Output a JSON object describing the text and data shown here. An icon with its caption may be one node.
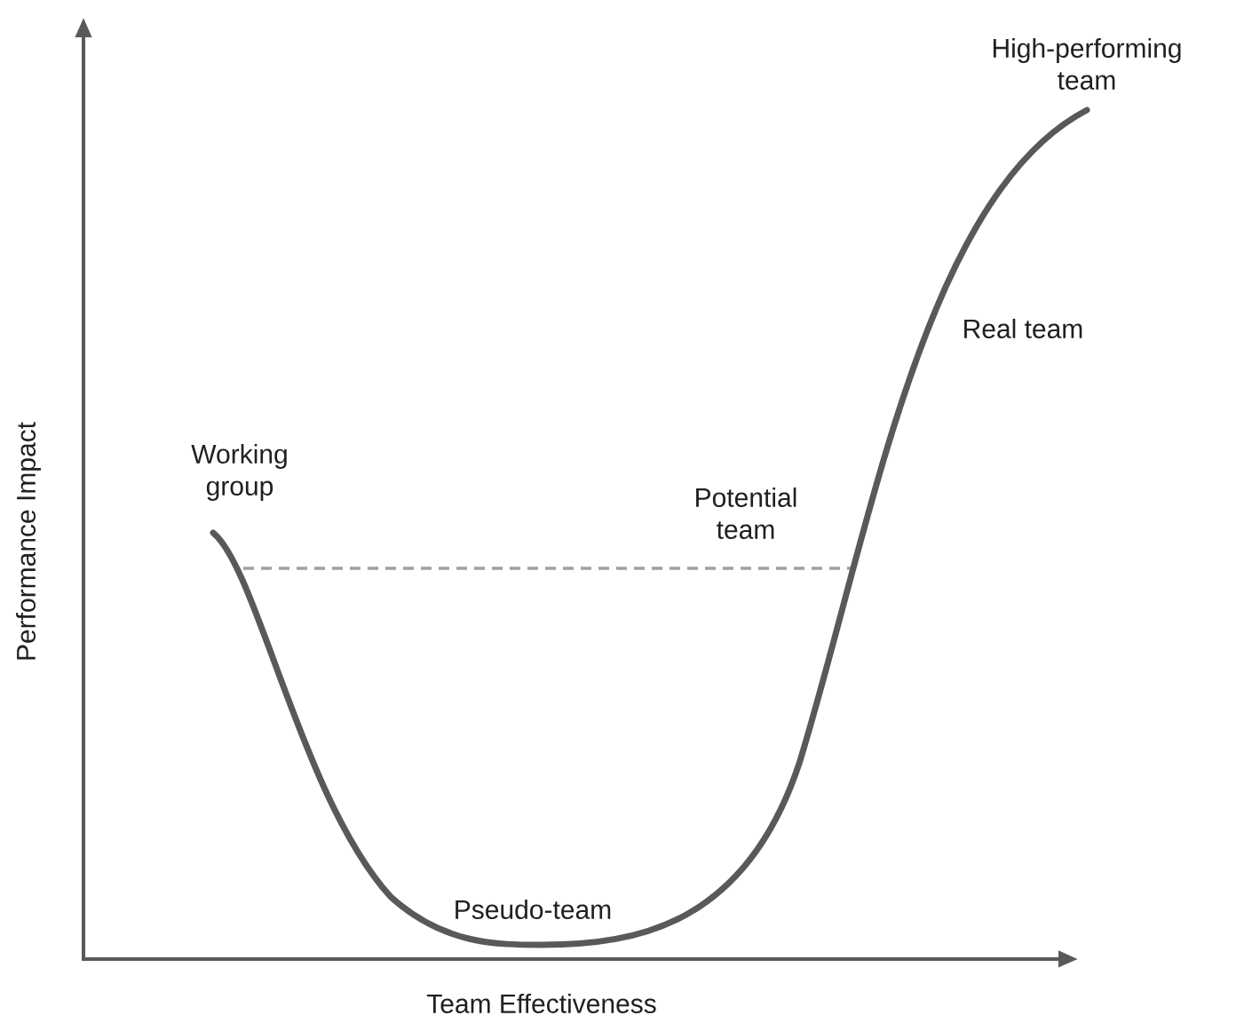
{
  "diagram": {
    "labels": [
      "High-performing team",
      "Real team",
      "Working group",
      "Potential team",
      "Pseudo-team",
      "Performance Impact",
      "Team Effectiveness"
    ]
  }
}
